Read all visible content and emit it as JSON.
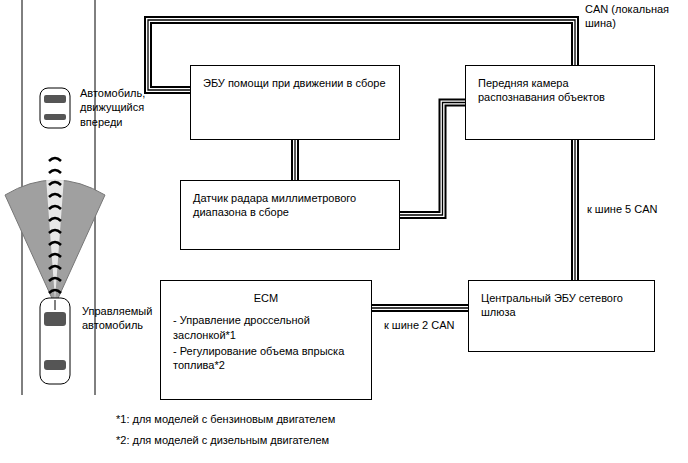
{
  "diagram": {
    "nodes": [
      {
        "text": [
          "ЭБУ помощи при движении в сборе"
        ]
      },
      {
        "text": [
          "Передняя камера распознавания объектов"
        ]
      },
      {
        "text": [
          "Датчик радара миллиметрового диапазона в сборе"
        ]
      },
      {
        "text": [
          "ECM",
          "- Управление дроссельной заслонкой*1",
          "- Регулирование объема впрыска топлива*2"
        ]
      },
      {
        "text": [
          "Центральный ЭБУ сетевого шлюза"
        ]
      }
    ],
    "edges": [
      {
        "from": 0,
        "to": 1,
        "arrow": "none",
        "label": "CAN (локальная шина)"
      },
      {
        "from": 0,
        "to": 2,
        "arrow": "none"
      },
      {
        "from": 2,
        "to": 1,
        "arrow": "none"
      },
      {
        "from": 1,
        "to": 4,
        "arrow": "none",
        "label": "к шине 5 CAN"
      },
      {
        "from": 3,
        "to": 4,
        "arrow": "none",
        "label": "к шине 2 CAN"
      }
    ],
    "labels": [
      "Автомобиль, движущийся впереди",
      "Управляемый автомобиль",
      "*1: для моделей с бензиновым двигателем",
      "*2: для моделей с дизельным двигателем"
    ]
  }
}
